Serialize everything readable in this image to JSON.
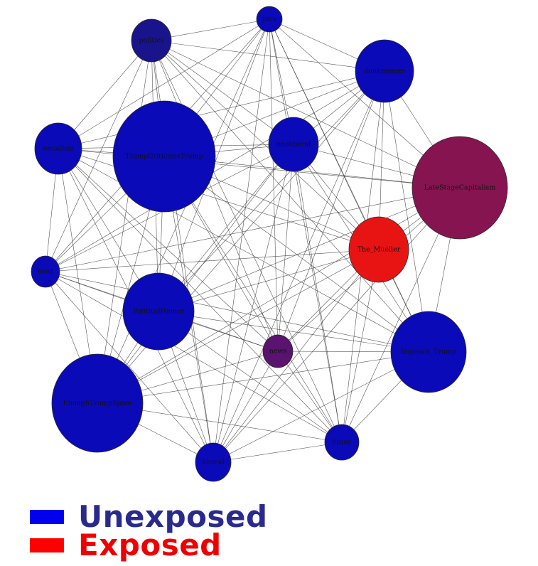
{
  "colors": {
    "unexposed": "#0000ee",
    "exposed": "#ff0000",
    "unexposed_text": "#2a2a8e",
    "exposed_text": "#ee0000"
  },
  "nodes": [
    {
      "id": "pics",
      "label": "pics",
      "fill": "#0a0ab8"
    },
    {
      "id": "politics",
      "label": "politics",
      "fill": "#1a148c"
    },
    {
      "id": "dankmemes",
      "label": "dankmemes",
      "fill": "#0a0ab8"
    },
    {
      "id": "socialism",
      "label": "socialism",
      "fill": "#0a0ab8"
    },
    {
      "id": "TrumpCriticizesTrump",
      "label": "TrumpCriticizesTrump",
      "fill": "#0a0ab8"
    },
    {
      "id": "neoliberal",
      "label": "neoliberal",
      "fill": "#0a0ab8"
    },
    {
      "id": "LateStageCapitalism",
      "label": "LateStageCapitalism",
      "fill": "#861450"
    },
    {
      "id": "The_Mueller",
      "label": "The_Mueller",
      "fill": "#e81414"
    },
    {
      "id": "esist",
      "label": "esist",
      "fill": "#0a0ab8"
    },
    {
      "id": "PoliticalHumor",
      "label": "PoliticalHumor",
      "fill": "#0a0ab8"
    },
    {
      "id": "news",
      "label": "news",
      "fill": "#5a1470"
    },
    {
      "id": "Impeach_Trump",
      "label": "Impeach_Trump",
      "fill": "#0a0ab8"
    },
    {
      "id": "EnoughTrumpSpam",
      "label": "EnoughTrumpSpam",
      "fill": "#0a0ab8"
    },
    {
      "id": "funny",
      "label": "funny",
      "fill": "#0a0ab8"
    },
    {
      "id": "liberal",
      "label": "liberal",
      "fill": "#0a0ab8"
    }
  ],
  "legend": {
    "unexposed_label": "Unexposed",
    "exposed_label": "Exposed"
  }
}
